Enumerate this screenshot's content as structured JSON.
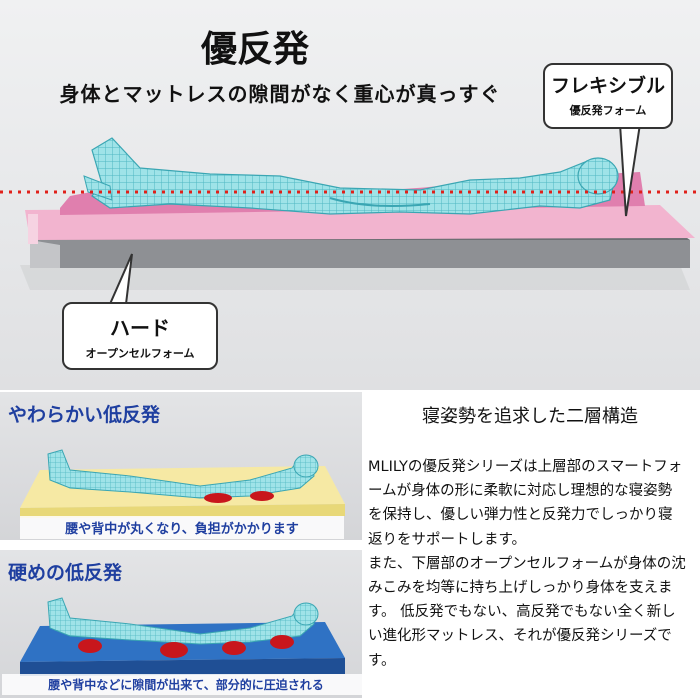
{
  "header": {
    "title": "優反発",
    "subtitle": "身体とマットレスの隙間がなく重心が真っすぐ"
  },
  "callouts": {
    "flexible": {
      "label": "フレキシブル",
      "sublabel": "優反発フォーム"
    },
    "hard": {
      "label": "ハード",
      "sublabel": "オープンセルフォーム"
    }
  },
  "comparisons": [
    {
      "title": "やわらかい低反発",
      "caption": "腰や背中が丸くなり、負担がかかります",
      "color": "#f3e9a6"
    },
    {
      "title": "硬めの低反発",
      "caption": "腰や背中などに隙間が出来て、部分的に圧迫される",
      "color": "#2f72c4"
    }
  ],
  "description": {
    "heading": "寝姿勢を追求した二層構造",
    "body": "MLILYの優反発シリーズは上層部のスマートフォームが身体の形に柔軟に対応し理想的な寝姿勢を保持し、優しい弾力性と反発力でしっかり寝返りをサポートします。\nまた、下層部のオープンセルフォームが身体の沈みこみを均等に持ち上げしっかり身体を支えます。 低反発でもない、高反発でもない全く新しい進化形マットレス、それが優反発シリーズです。"
  },
  "colors": {
    "accent_blue": "#1f3fa0",
    "top_layer_pink": "#e07fae",
    "dotted_line_red": "#e0201a"
  }
}
